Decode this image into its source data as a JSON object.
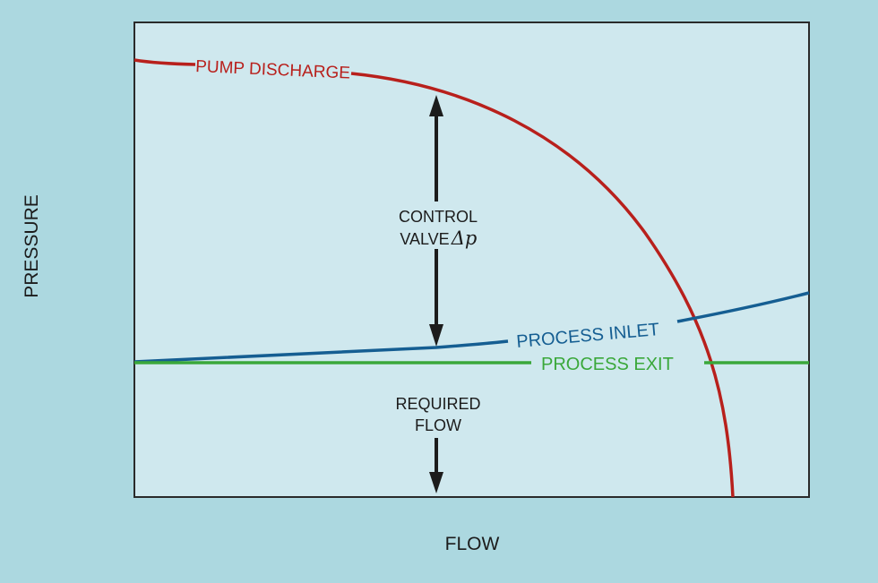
{
  "chart_data": {
    "type": "line",
    "title": "",
    "xlabel": "FLOW",
    "ylabel": "PRESSURE",
    "series": [
      {
        "name": "PUMP DISCHARGE",
        "color": "#b8201c"
      },
      {
        "name": "PROCESS INLET",
        "color": "#155e92"
      },
      {
        "name": "PROCESS EXIT",
        "color": "#3aa83a"
      }
    ],
    "annotations": {
      "control_valve_line1": "CONTROL",
      "control_valve_line2": "VALVE",
      "delta_p": "Δp",
      "required_flow_line1": "REQUIRED",
      "required_flow_line2": "FLOW"
    },
    "colors": {
      "background": "#acd8e0",
      "plot": "#cfe8ee",
      "axis": "#2a2a2a",
      "arrow": "#1c1c1c"
    }
  }
}
